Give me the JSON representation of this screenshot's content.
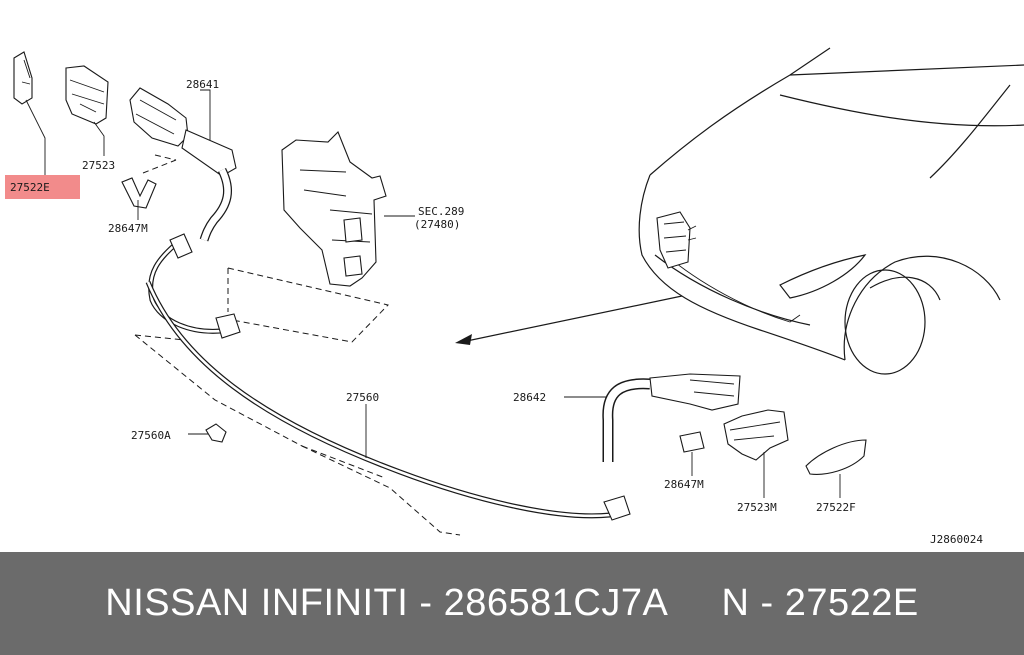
{
  "diagram": {
    "labels": {
      "p27522e": "27522E",
      "p27523": "27523",
      "p28641": "28641",
      "p28647m_top": "28647M",
      "sec_line1": "SEC.289",
      "sec_line2": "(27480)",
      "p27560": "27560",
      "p27560a": "27560A",
      "p28642": "28642",
      "p28647m_bottom": "28647M",
      "p27523m": "27523M",
      "p27522f": "27522F",
      "drawing_code": "J2860024"
    },
    "highlight_color": "#f28b8b"
  },
  "footer": {
    "text": "NISSAN INFINITI - 286581CJ7A     N - 27522E",
    "background": "#6b6b6b"
  }
}
